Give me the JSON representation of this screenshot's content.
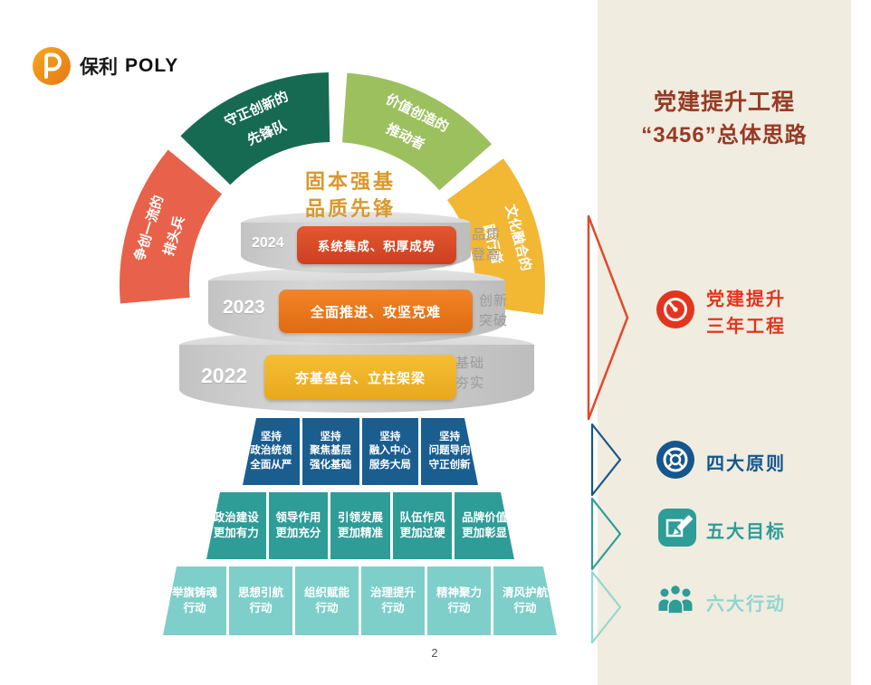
{
  "logo": {
    "brand_cn": "保利",
    "brand_en": "POLY"
  },
  "page_number": "2",
  "arc": {
    "center_line1": "固本强基",
    "center_line2": "品质先锋",
    "center_color": "#D9982E",
    "segments": [
      {
        "line1": "争创一流的",
        "line2": "排头兵",
        "color": "#E8614A"
      },
      {
        "line1": "守正创新的",
        "line2": "先锋队",
        "color": "#176A52"
      },
      {
        "line1": "价值创造的",
        "line2": "推动者",
        "color": "#9CC05E"
      },
      {
        "line1": "文化融合的",
        "line2": "践行者",
        "color": "#F2B733"
      }
    ]
  },
  "tiers": [
    {
      "year": "2024",
      "label": "系统集成、积厚成势",
      "side": "品质\n登高",
      "color": "#D8472B"
    },
    {
      "year": "2023",
      "label": "全面推进、攻坚克难",
      "side": "创新\n突破",
      "color": "#EA7A1F"
    },
    {
      "year": "2022",
      "label": "夯基垒台、立柱架梁",
      "side": "基础\n夯实",
      "color": "#F2B52B"
    }
  ],
  "pyramid": {
    "rows": [
      {
        "color": "#1A5E8F",
        "cells": [
          "坚持\n政治统领\n全面从严",
          "坚持\n聚焦基层\n强化基础",
          "坚持\n融入中心\n服务大局",
          "坚持\n问题导向\n守正创新"
        ]
      },
      {
        "color": "#2E9C97",
        "cells": [
          "政治建设\n更加有力",
          "领导作用\n更加充分",
          "引领发展\n更加精准",
          "队伍作风\n更加过硬",
          "品牌价值\n更加彰显"
        ]
      },
      {
        "color": "#7ECFC9",
        "cells": [
          "举旗铸魂\n行动",
          "思想引航\n行动",
          "组织赋能\n行动",
          "治理提升\n行动",
          "精神聚力\n行动",
          "清风护航\n行动"
        ]
      }
    ]
  },
  "panel": {
    "title_line1": "党建提升工程",
    "title_line2": "“3456”总体思路",
    "title_color": "#963B26",
    "items": [
      {
        "label": "党建提升\n三年工程",
        "color": "#E2351F",
        "icon": "gauge-icon"
      },
      {
        "label": "四大原则",
        "color": "#15568D",
        "icon": "target-icon"
      },
      {
        "label": "五大目标",
        "color": "#2E9C97",
        "icon": "pencil-icon"
      },
      {
        "label": "六大行动",
        "color": "#8FD6D0",
        "icon": "people-icon"
      }
    ]
  }
}
